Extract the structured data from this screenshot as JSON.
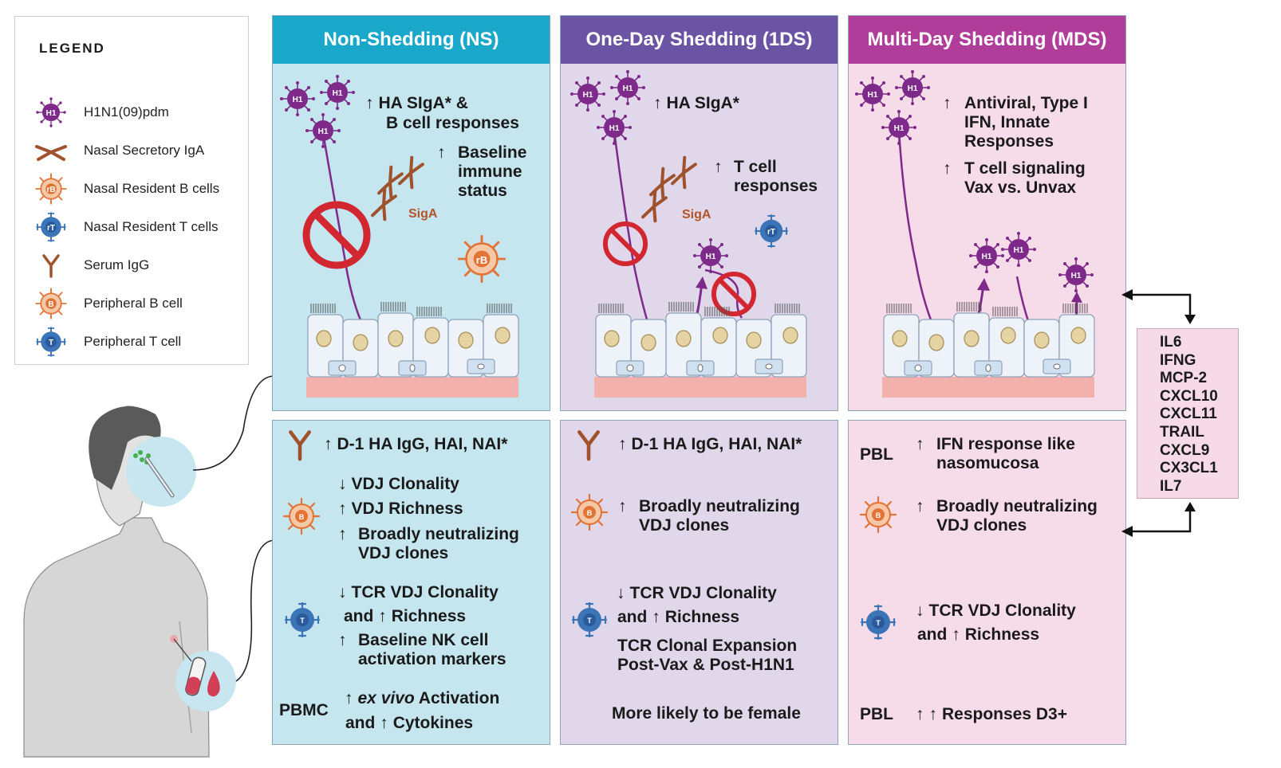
{
  "legend": {
    "title": "LEGEND",
    "items": [
      {
        "icon": "h1n1-virus-icon",
        "label": "H1N1(09)pdm"
      },
      {
        "icon": "nasal-secretory-iga-icon",
        "label": "Nasal Secretory IgA"
      },
      {
        "icon": "nasal-resident-b-cell-icon",
        "label": "Nasal Resident B cells"
      },
      {
        "icon": "nasal-resident-t-cell-icon",
        "label": "Nasal Resident T cells"
      },
      {
        "icon": "serum-igg-icon",
        "label": "Serum IgG"
      },
      {
        "icon": "peripheral-b-cell-icon",
        "label": "Peripheral B cell"
      },
      {
        "icon": "peripheral-t-cell-icon",
        "label": "Peripheral T cell"
      }
    ]
  },
  "icon_labels": {
    "virus": "H1",
    "nasal_b": "rB",
    "nasal_t": "rT",
    "peripheral_b": "B",
    "peripheral_t": "T"
  },
  "colors": {
    "ns_header": "#19a8c9",
    "ns_bg": "#c5e6ee",
    "ds1_header": "#6b54a4",
    "ds1_bg": "#e0d8ea",
    "mds_header": "#b03d9a",
    "mds_bg": "#f6dce8",
    "virus": "#7e2a8a",
    "b_cell": "#e27335",
    "t_cell": "#3c74b8",
    "iga": "#a0522d"
  },
  "ns": {
    "header": "Non-Shedding (NS)",
    "top": {
      "line1": "HA SIgA* &",
      "line2": "B cell responses",
      "baseline1": "Baseline",
      "baseline2": "immune",
      "baseline3": "status",
      "siga": "SigA"
    },
    "bottom": {
      "igg": "D-1 HA IgG, HAI, NAI*",
      "b1": "VDJ Clonality",
      "b2": "VDJ Richness",
      "b3a": "Broadly neutralizing",
      "b3b": "VDJ clones",
      "t1": "TCR VDJ Clonality",
      "t2a": "and",
      "t2b": "Richness",
      "t3a": "Baseline NK cell",
      "t3b": "activation markers",
      "pbmc": "PBMC",
      "p1a": "ex vivo",
      "p1b": "Activation",
      "p2a": "and",
      "p2b": "Cytokines"
    }
  },
  "ds1": {
    "header": "One-Day Shedding (1DS)",
    "top": {
      "line1": "HA SIgA*",
      "t1": "T cell",
      "t2": "responses",
      "siga": "SigA"
    },
    "bottom": {
      "igg": "D-1 HA IgG, HAI, NAI*",
      "b1a": "Broadly neutralizing",
      "b1b": "VDJ clones",
      "t1": "TCR VDJ Clonality",
      "t2a": "and",
      "t2b": "Richness",
      "t3a": "TCR Clonal Expansion",
      "t3b": "Post-Vax & Post-H1N1",
      "female": "More likely to be female"
    }
  },
  "mds": {
    "header": "Multi-Day Shedding (MDS)",
    "top": {
      "a1": "Antiviral, Type I",
      "a2": "IFN, Innate",
      "a3": "Responses",
      "t1": "T cell signaling",
      "t2": "Vax vs. Unvax"
    },
    "bottom": {
      "pbl1": "PBL",
      "i1": "IFN response like",
      "i2": "nasomucosa",
      "b1a": "Broadly neutralizing",
      "b1b": "VDJ clones",
      "t1": "TCR VDJ Clonality",
      "t2a": "and",
      "t2b": "Richness",
      "pbl2": "PBL",
      "r1": "Responses D3+"
    }
  },
  "cytokines": [
    "IL6",
    "IFNG",
    "MCP-2",
    "CXCL10",
    "CXCL11",
    "TRAIL",
    "CXCL9",
    "CX3CL1",
    "IL7"
  ]
}
